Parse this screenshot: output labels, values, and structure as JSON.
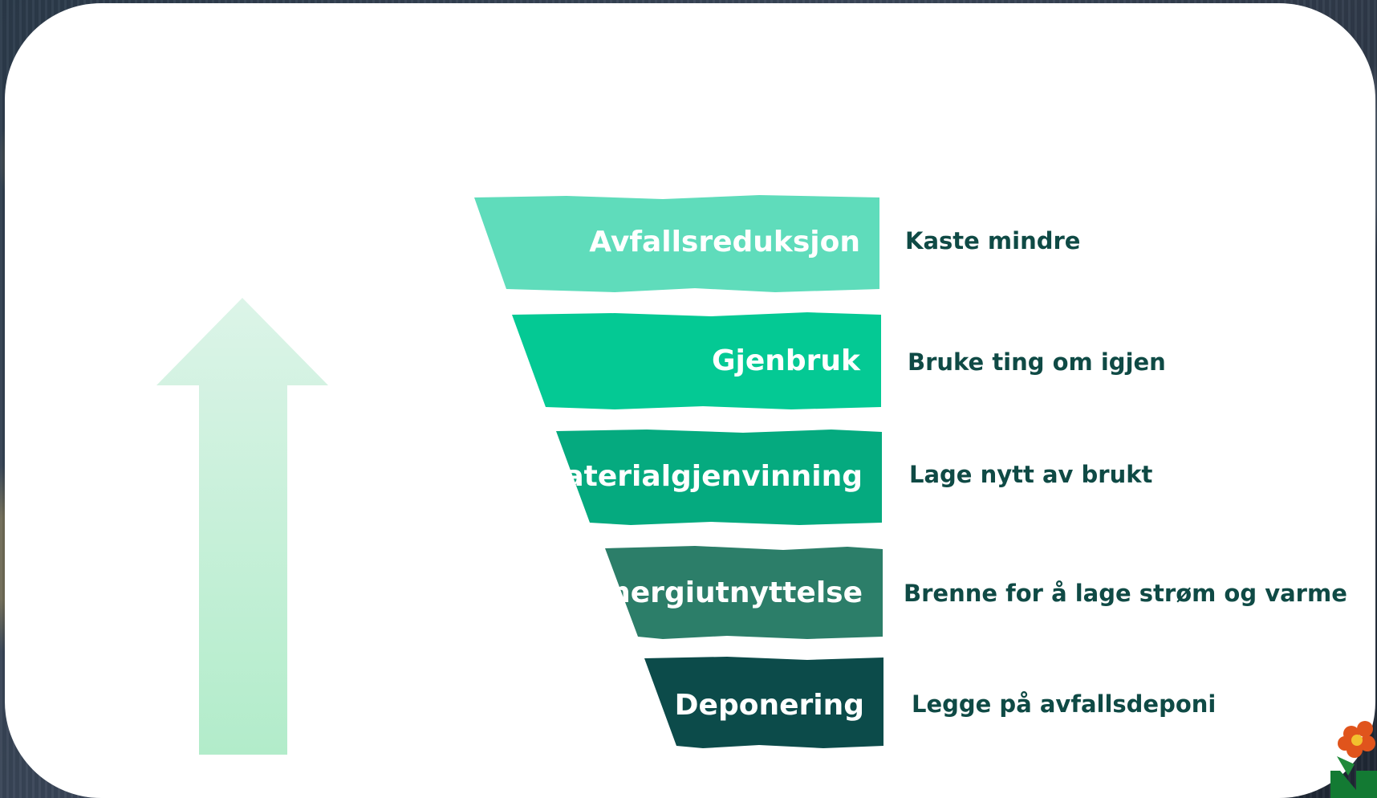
{
  "diagram": {
    "steps": [
      {
        "label": "Avfallsreduksjon",
        "description": "Kaste mindre",
        "color": "#5fdcbb"
      },
      {
        "label": "Gjenbruk",
        "description": "Bruke ting om igjen",
        "color": "#04c994"
      },
      {
        "label": "Materialgjenvinning",
        "description": "Lage nytt av brukt",
        "color": "#05aa7f"
      },
      {
        "label": "Energiutnyttelse",
        "description": "Brenne for å lage strøm og varme",
        "color": "#2c7e69"
      },
      {
        "label": "Deponering",
        "description": "Legge på avfallsdeponi",
        "color": "#0c4b4a"
      }
    ],
    "arrow": {
      "color_top": "#dcf4e8",
      "color_bottom": "#b2ecca",
      "direction": "up"
    }
  }
}
